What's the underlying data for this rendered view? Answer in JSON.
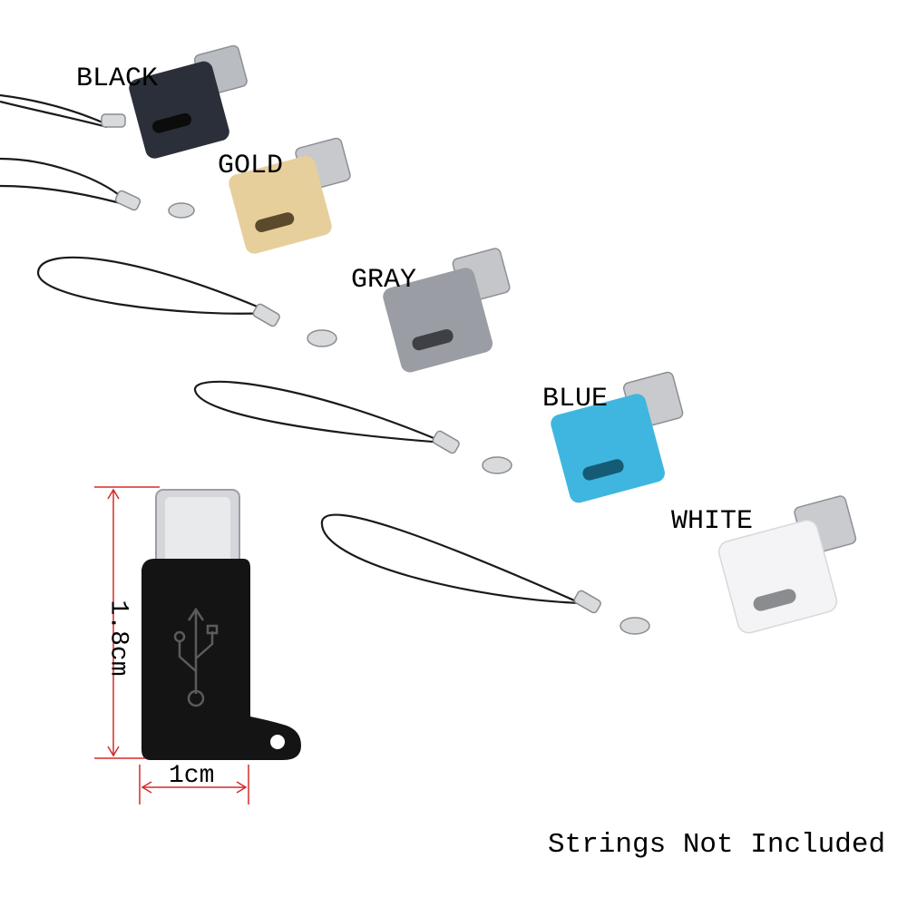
{
  "adapters": [
    {
      "label": "BLACK",
      "color": "#2b2f3a",
      "tip": "#b9bcc0"
    },
    {
      "label": "GOLD",
      "color": "#e7cf9c",
      "tip": "#c7c9cc"
    },
    {
      "label": "GRAY",
      "color": "#9a9da4",
      "tip": "#c4c6c9"
    },
    {
      "label": "BLUE",
      "color": "#3fb6df",
      "tip": "#c8cacd"
    },
    {
      "label": "WHITE",
      "color": "#f4f4f6",
      "tip": "#c9cbce"
    }
  ],
  "dimensions": {
    "height": "1.8cm",
    "width": "1cm",
    "line_color": "#d62a2a"
  },
  "closeup": {
    "body_color": "#141414",
    "icon": "usb-icon"
  },
  "notice": "Strings Not Included"
}
